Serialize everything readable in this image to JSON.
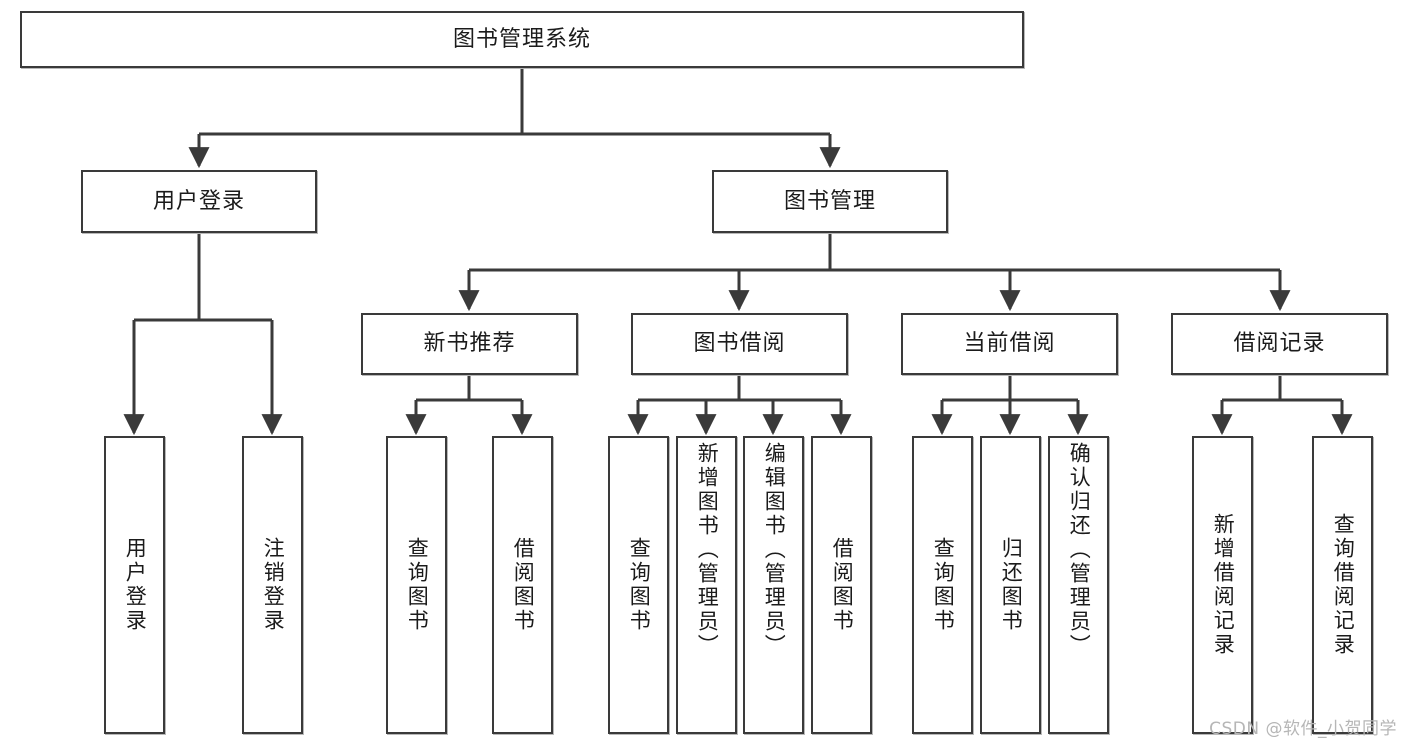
{
  "diagram": {
    "title": "图书管理系统",
    "watermark": "CSDN @软件_小贺同学",
    "colors": {
      "box_border": "#3a3a3a",
      "box_fill": "#ffffff",
      "connector": "#3a3a3a",
      "text": "#1b1b1b",
      "watermark": "#b6b6b6"
    },
    "root": {
      "label": "图书管理系统"
    },
    "level2": [
      {
        "label": "用户登录"
      },
      {
        "label": "图书管理"
      }
    ],
    "level3": [
      {
        "label": "新书推荐"
      },
      {
        "label": "图书借阅"
      },
      {
        "label": "当前借阅"
      },
      {
        "label": "借阅记录"
      }
    ],
    "leaves": {
      "user_login": [
        {
          "label": "用户登录"
        },
        {
          "label": "注销登录"
        }
      ],
      "new_book_recommend": [
        {
          "label": "查询图书"
        },
        {
          "label": "借阅图书"
        }
      ],
      "book_borrow": [
        {
          "label": "查询图书"
        },
        {
          "label": "新增图书（管理员）"
        },
        {
          "label": "编辑图书（管理员）"
        },
        {
          "label": "借阅图书"
        }
      ],
      "current_borrow": [
        {
          "label": "查询图书"
        },
        {
          "label": "归还图书"
        },
        {
          "label": "确认归还（管理员）"
        }
      ],
      "borrow_record": [
        {
          "label": "新增借阅记录"
        },
        {
          "label": "查询借阅记录"
        }
      ]
    }
  }
}
